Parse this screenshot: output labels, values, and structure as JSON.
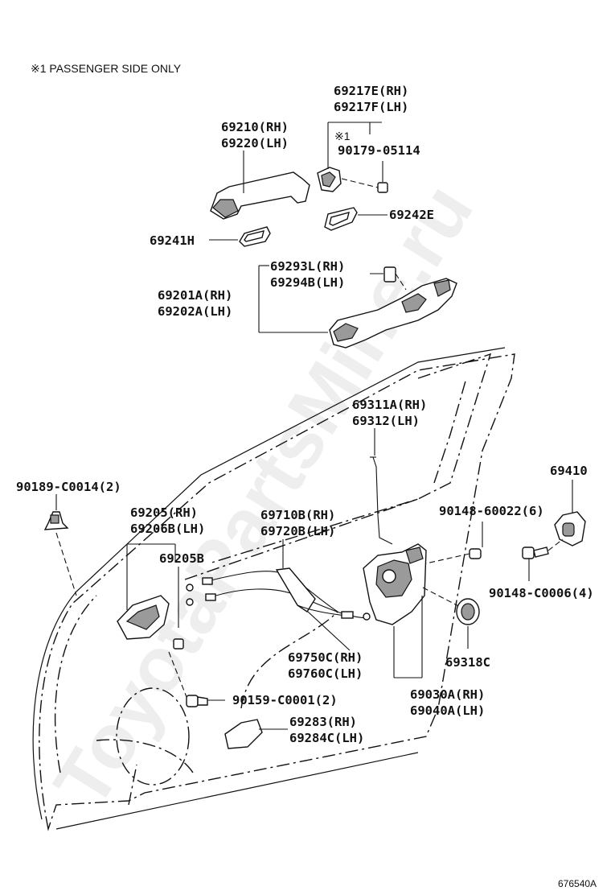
{
  "note": "※1 PASSENGER SIDE ONLY",
  "watermark": "ToyotaPartsMine.ru",
  "figure_id": "676540A",
  "labels": {
    "l69217e": "69217E(RH)",
    "l69217f": "69217F(LH)",
    "l69210": "69210(RH)",
    "l69220": "69220(LH)",
    "note_ref": "※1",
    "l90179": "90179-05114",
    "l69242e": "69242E",
    "l69241h": "69241H",
    "l69293l": "69293L(RH)",
    "l69294b": "69294B(LH)",
    "l69201a": "69201A(RH)",
    "l69202a": "69202A(LH)",
    "l69311a": "69311A(RH)",
    "l69312": "69312(LH)",
    "l69410": "69410",
    "l90189": "90189-C0014(2)",
    "l69205": "69205(RH)",
    "l69206b": "69206B(LH)",
    "l69710b": "69710B(RH)",
    "l69720b": "69720B(LH)",
    "l90148a": "90148-60022(6)",
    "l69205b": "69205B",
    "l90148b": "90148-C0006(4)",
    "l69318c": "69318C",
    "l69750c": "69750C(RH)",
    "l69760c": "69760C(LH)",
    "l90159": "90159-C0001(2)",
    "l69030a": "69030A(RH)",
    "l69040a": "69040A(LH)",
    "l69283": "69283(RH)",
    "l69284c": "69284C(LH)"
  }
}
